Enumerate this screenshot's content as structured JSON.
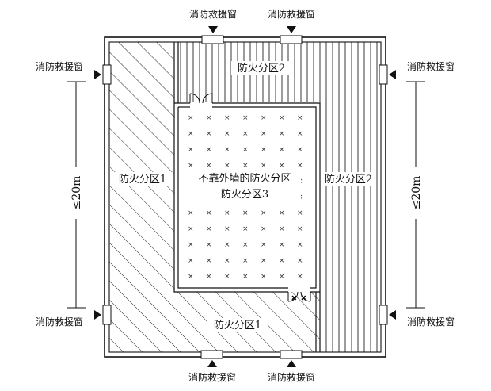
{
  "windows": {
    "top_left": "消防救援窗",
    "top_right": "消防救援窗",
    "left_top": "消防救援窗",
    "left_bottom": "消防救援窗",
    "right_top": "消防救援窗",
    "right_bottom": "消防救援窗",
    "bottom_left": "消防救援窗",
    "bottom_right": "消防救援窗"
  },
  "zones": {
    "zone1_left": "防火分区1",
    "zone1_bottom": "防火分区1",
    "zone2_top": "防火分区2",
    "zone2_right": "防火分区2",
    "zone3_line1": "不靠外墙的防火分区",
    "zone3_line2": "防火分区3"
  },
  "dimensions": {
    "left": "≤20m",
    "right": "≤20m"
  },
  "colors": {
    "line": "#111111",
    "background": "#ffffff"
  }
}
